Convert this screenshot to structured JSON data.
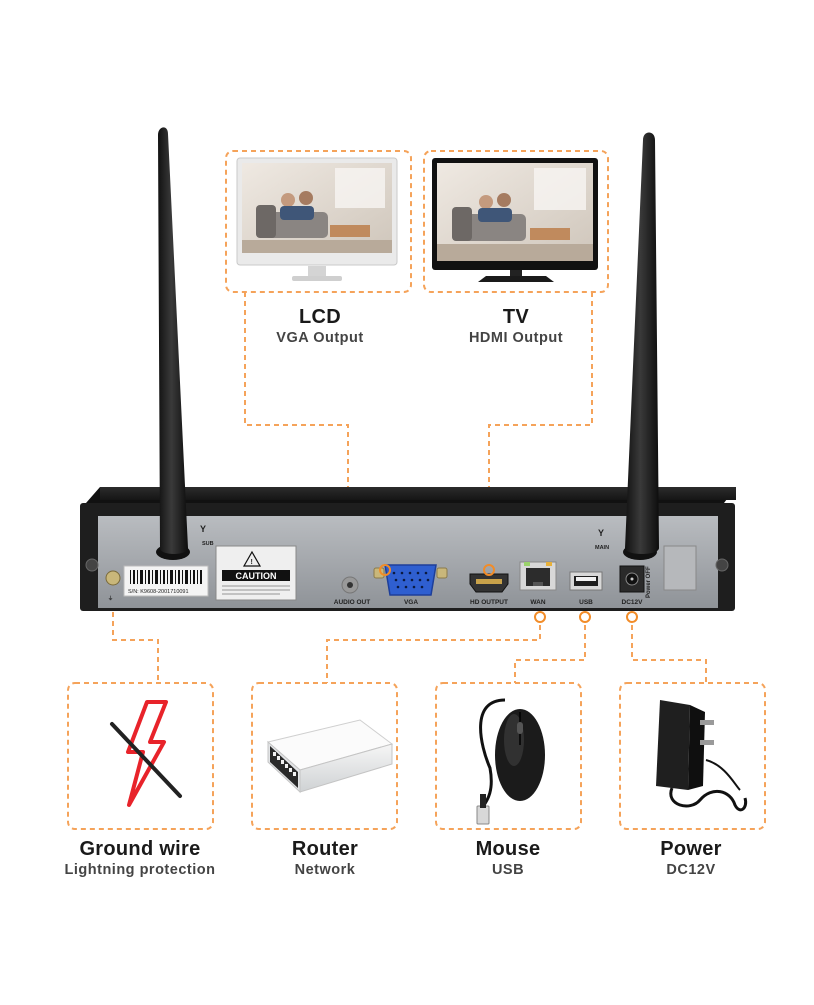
{
  "colors": {
    "dash_orange": "#f5a35a",
    "connector_orange": "#f28c28",
    "nvr_body": "#1e1e1e",
    "nvr_panel": "#a9adb2",
    "lightning_red": "#e8232a"
  },
  "top_devices": [
    {
      "title": "LCD",
      "subtitle": "VGA Output",
      "icon": "monitor-icon"
    },
    {
      "title": "TV",
      "subtitle": "HDMI Output",
      "icon": "tv-icon"
    }
  ],
  "bottom_devices": [
    {
      "title": "Ground wire",
      "subtitle": "Lightning protection",
      "icon": "lightning-prohibited-icon"
    },
    {
      "title": "Router",
      "subtitle": "Network",
      "icon": "router-icon"
    },
    {
      "title": "Mouse",
      "subtitle": "USB",
      "icon": "mouse-icon"
    },
    {
      "title": "Power",
      "subtitle": "DC12V",
      "icon": "power-adapter-icon"
    }
  ],
  "nvr": {
    "serial": "S/N: K9608-2001710091",
    "caution": "CAUTION",
    "antenna_sub": "SUB",
    "antenna_main": "MAIN",
    "power_label": "Power OFF",
    "ports": [
      "AUDIO OUT",
      "VGA",
      "HD OUTPUT",
      "WAN",
      "USB",
      "DC12V"
    ]
  }
}
